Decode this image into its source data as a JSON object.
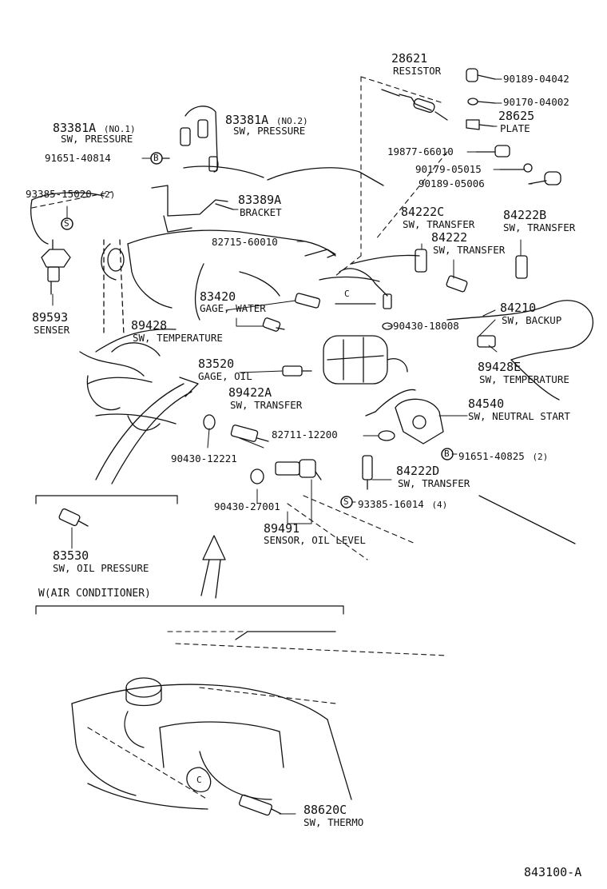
{
  "diagram": {
    "ref_code": "843100-A",
    "section_label": "W(AIR CONDITIONER)",
    "parts": {
      "p28621": {
        "number": "28621",
        "desc": "RESISTOR"
      },
      "p90189_04042": {
        "number": "90189-04042"
      },
      "p90170_04002": {
        "number": "90170-04002"
      },
      "p28625": {
        "number": "28625",
        "desc": "PLATE"
      },
      "p83381a_1": {
        "number": "83381A",
        "qual": "(NO.1)",
        "desc": "SW, PRESSURE"
      },
      "p83381a_2": {
        "number": "83381A",
        "qual": "(NO.2)",
        "desc": "SW, PRESSURE"
      },
      "p19877_66010": {
        "number": "19877-66010"
      },
      "p91651_40814": {
        "number": "91651-40814"
      },
      "p90179_05015": {
        "number": "90179-05015"
      },
      "p90189_05006": {
        "number": "90189-05006"
      },
      "p93385_15020": {
        "number": "93385-15020",
        "qual": "(2)"
      },
      "p83389a": {
        "number": "83389A",
        "desc": "BRACKET"
      },
      "p84222c": {
        "number": "84222C",
        "desc": "SW, TRANSFER"
      },
      "p84222b": {
        "number": "84222B",
        "desc": "SW, TRANSFER"
      },
      "p84222": {
        "number": "84222",
        "desc": "SW, TRANSFER"
      },
      "p82715_60010": {
        "number": "82715-60010"
      },
      "p89593": {
        "number": "89593",
        "desc": "SENSER"
      },
      "p83420": {
        "number": "83420",
        "desc": "GAGE, WATER"
      },
      "p84210": {
        "number": "84210",
        "desc": "SW, BACKUP"
      },
      "p89428": {
        "number": "89428",
        "desc": "SW, TEMPERATURE"
      },
      "p90430_18008": {
        "number": "90430-18008"
      },
      "p89428e": {
        "number": "89428E",
        "desc": "SW, TEMPERATURE"
      },
      "p83520": {
        "number": "83520",
        "desc": "GAGE, OIL"
      },
      "p89422a": {
        "number": "89422A",
        "desc": "SW, TRANSFER"
      },
      "p84540": {
        "number": "84540",
        "desc": "SW, NEUTRAL START"
      },
      "p82711_12200": {
        "number": "82711-12200"
      },
      "p90430_12221": {
        "number": "90430-12221"
      },
      "p91651_40825": {
        "number": "91651-40825",
        "qual": "(2)"
      },
      "p84222d": {
        "number": "84222D",
        "desc": "SW, TRANSFER"
      },
      "p93385_16014": {
        "number": "93385-16014",
        "qual": "(4)"
      },
      "p90430_27001": {
        "number": "90430-27001"
      },
      "p89491": {
        "number": "89491",
        "desc": "SENSOR, OIL LEVEL"
      },
      "p83530": {
        "number": "83530",
        "desc": "SW, OIL PRESSURE"
      },
      "p88620c": {
        "number": "88620C",
        "desc": "SW, THERMO"
      }
    },
    "markers": {
      "b": "B",
      "s": "S",
      "c": "C"
    }
  }
}
